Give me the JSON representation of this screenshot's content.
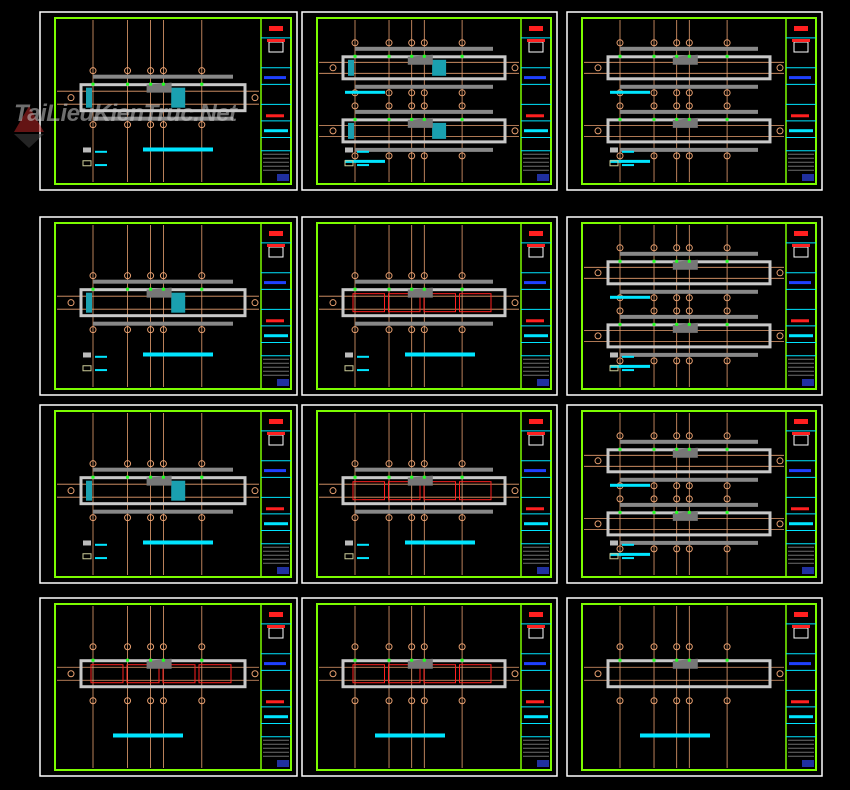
{
  "watermark": {
    "text": "TaiLieuKienTruc.Net"
  },
  "colors": {
    "background": "#000000",
    "sheet_border": "#ffffff",
    "frame": "#7cfc00",
    "grid": "#e8a070",
    "wall": "#c8c8c8",
    "accent_cyan": "#00e5ff",
    "accent_red": "#ff2020",
    "accent_blue": "#1e40ff",
    "marker_green": "#20ff20"
  },
  "sheets": [
    {
      "id": 1,
      "layout": "single",
      "fill": "mixed"
    },
    {
      "id": 2,
      "layout": "double",
      "fill": "mixed"
    },
    {
      "id": 3,
      "layout": "double",
      "fill": "plain"
    },
    {
      "id": 4,
      "layout": "single",
      "fill": "mixed"
    },
    {
      "id": 5,
      "layout": "single",
      "fill": "red"
    },
    {
      "id": 6,
      "layout": "double",
      "fill": "plain"
    },
    {
      "id": 7,
      "layout": "single",
      "fill": "mixed"
    },
    {
      "id": 8,
      "layout": "single",
      "fill": "red"
    },
    {
      "id": 9,
      "layout": "double",
      "fill": "plain"
    },
    {
      "id": 10,
      "layout": "small",
      "fill": "red"
    },
    {
      "id": 11,
      "layout": "small",
      "fill": "red"
    },
    {
      "id": 12,
      "layout": "small",
      "fill": "plain"
    }
  ]
}
